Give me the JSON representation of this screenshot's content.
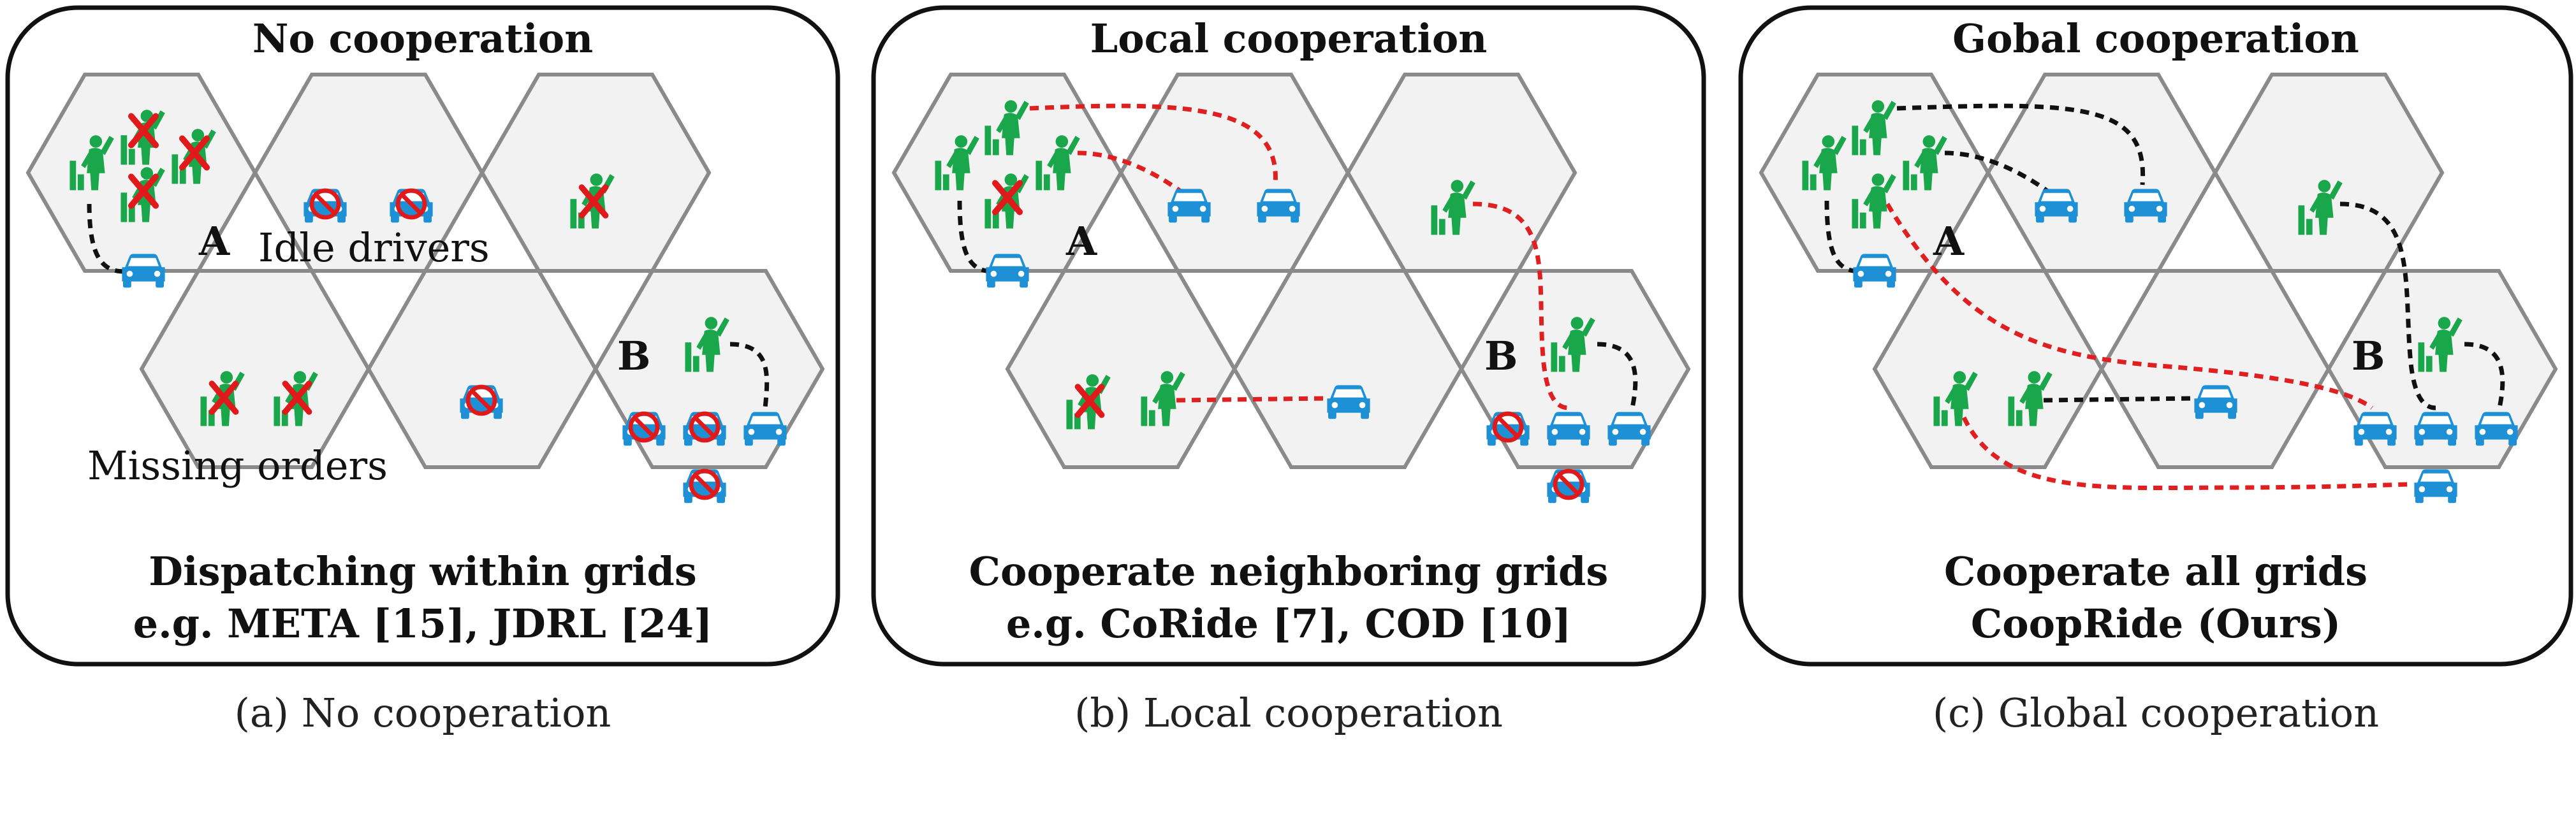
{
  "colors": {
    "passenger": "#1aa64a",
    "car": "#1e90d6",
    "cross": "#e0191b",
    "link_local": "#111111",
    "link_cross": "#e02020",
    "hex_fill": "#f2f2f2",
    "hex_stroke": "#8a8a8a"
  },
  "icons": [
    "passenger-icon",
    "car-icon",
    "cancel-icon",
    "cross-mark-icon"
  ],
  "panels": [
    {
      "title": "No cooperation",
      "footer_line1": "Dispatching within grids",
      "footer_line2": "e.g. META [15], JDRL [24]",
      "caption": "(a) No cooperation",
      "grid_a": "A",
      "grid_b": "B",
      "note_idle": "Idle drivers",
      "note_missing": "Missing orders"
    },
    {
      "title": "Local cooperation",
      "footer_line1": "Cooperate neighboring grids",
      "footer_line2": "e.g. CoRide [7], COD [10]",
      "caption": "(b) Local cooperation",
      "grid_a": "A",
      "grid_b": "B"
    },
    {
      "title": "Gobal cooperation",
      "footer_line1": "Cooperate all grids",
      "footer_line2": "CoopRide (Ours)",
      "caption": "(c) Global cooperation",
      "grid_a": "A",
      "grid_b": "B"
    }
  ]
}
